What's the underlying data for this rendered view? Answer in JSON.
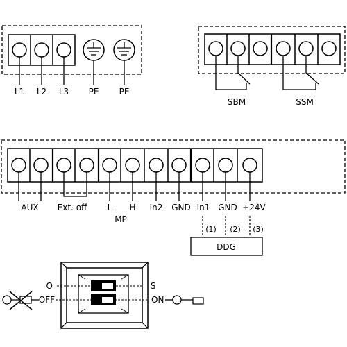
{
  "power_terminals": {
    "labels": [
      "L1",
      "L2",
      "L3",
      "PE",
      "PE"
    ]
  },
  "relay_terminals": {
    "labels": [
      "SBM",
      "SSM"
    ]
  },
  "control_terminals": {
    "labels": [
      "AUX",
      "Ext. off",
      "L",
      "H",
      "In2",
      "GND",
      "In1",
      "GND",
      "+24V"
    ],
    "mp_label": "MP"
  },
  "ddg": {
    "label": "DDG",
    "connections": [
      "(1)",
      "(2)",
      "(3)"
    ]
  },
  "switch": {
    "left_top": "O",
    "left_bottom": "OFF",
    "right_top": "S",
    "right_bottom": "ON"
  }
}
